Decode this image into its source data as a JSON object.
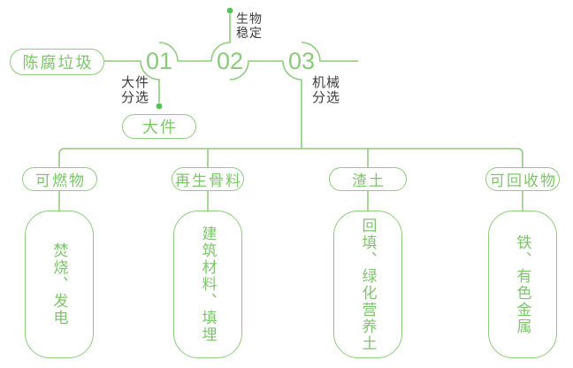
{
  "palette": {
    "line_green": "#90cb7f",
    "text_green": "#7cc56a",
    "dot_green": "#55c055",
    "dark_text": "#3d3d3d",
    "background": "#ffffff"
  },
  "flow": {
    "source_label": "陈腐垃圾",
    "steps": [
      {
        "num": "01",
        "label_lines": [
          "大件",
          "分选"
        ],
        "result": "大件",
        "branch_direction": "down"
      },
      {
        "num": "02",
        "label_lines": [
          "生物",
          "稳定"
        ],
        "branch_direction": "up"
      },
      {
        "num": "03",
        "label_lines": [
          "机械",
          "分选"
        ],
        "branch_direction": "down"
      }
    ]
  },
  "branches": [
    {
      "category": "可燃物",
      "items": "焚烧、发电"
    },
    {
      "category": "再生骨料",
      "items": "建筑材料、填埋"
    },
    {
      "category": "渣土",
      "items": "回填、绿化营养土"
    },
    {
      "category": "可回收物",
      "items": "铁、有色金属"
    }
  ]
}
